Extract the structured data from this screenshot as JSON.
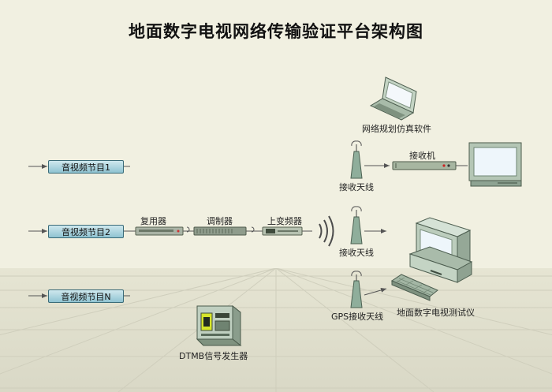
{
  "title": "地面数字电视网络传输验证平台架构图",
  "sources": [
    "音视频节目1",
    "音视频节目2",
    "音视频节目N"
  ],
  "chain": {
    "mux": "复用器",
    "modulator": "调制器",
    "upconverter": "上变频器"
  },
  "antennas": {
    "rx1": "接收天线",
    "rx2": "接收天线",
    "gps": "GPS接收天线"
  },
  "receiver_label": "接收机",
  "software_label": "网络规划仿真软件",
  "tester_label": "地面数字电视测试仪",
  "generator_label": "DTMB信号发生器"
}
